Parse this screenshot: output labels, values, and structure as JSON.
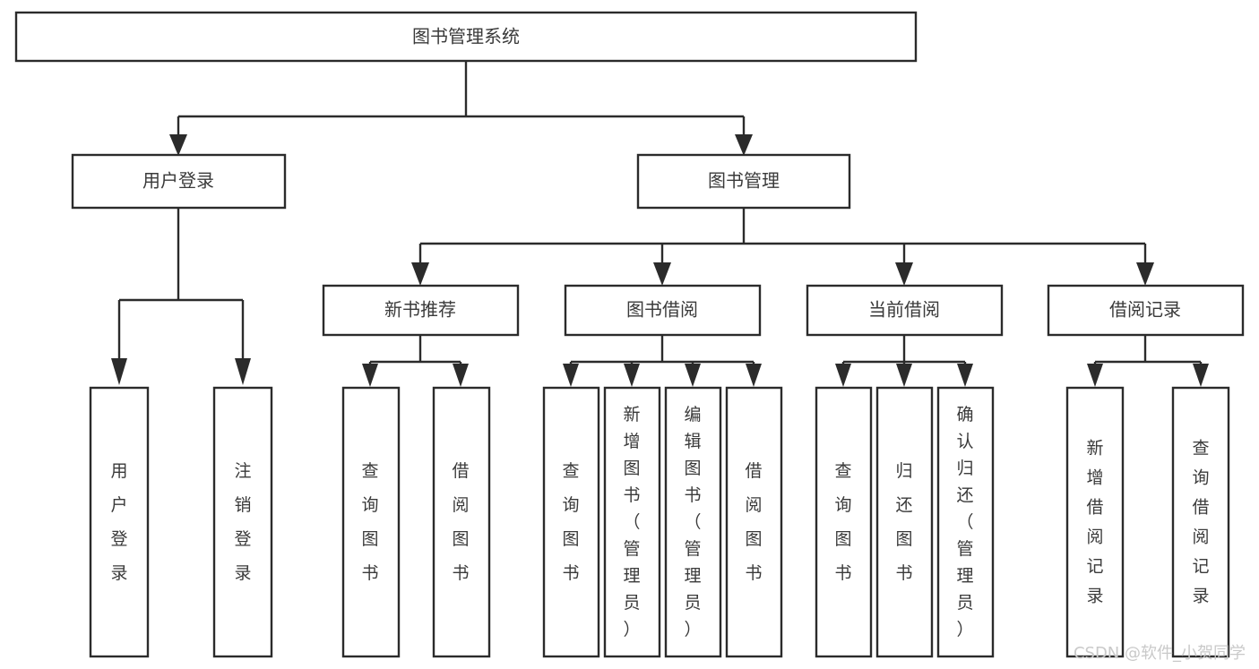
{
  "diagram": {
    "title": "图书管理系统",
    "type": "tree",
    "orientation": "top-down",
    "colors": {
      "box_stroke": "#2b2b2b",
      "box_fill": "#ffffff",
      "text": "#3a3a3a",
      "connector": "#2b2b2b",
      "watermark": "#c9c9c9",
      "background": "#ffffff"
    },
    "root": {
      "id": "root",
      "label": "图书管理系统"
    },
    "level2": [
      {
        "id": "user-login",
        "label": "用户登录"
      },
      {
        "id": "book-manage",
        "label": "图书管理"
      }
    ],
    "level3": [
      {
        "id": "new-book-rec",
        "label": "新书推荐",
        "parent": "book-manage"
      },
      {
        "id": "book-borrow",
        "label": "图书借阅",
        "parent": "book-manage"
      },
      {
        "id": "current-borrow",
        "label": "当前借阅",
        "parent": "book-manage"
      },
      {
        "id": "borrow-record",
        "label": "借阅记录",
        "parent": "book-manage"
      }
    ],
    "leaves": [
      {
        "id": "leaf-user-login",
        "label": "用户登录",
        "parent": "user-login"
      },
      {
        "id": "leaf-logout",
        "label": "注销登录",
        "parent": "user-login"
      },
      {
        "id": "leaf-query-book-1",
        "label": "查询图书",
        "parent": "new-book-rec"
      },
      {
        "id": "leaf-borrow-book-1",
        "label": "借阅图书",
        "parent": "new-book-rec"
      },
      {
        "id": "leaf-query-book-2",
        "label": "查询图书",
        "parent": "book-borrow"
      },
      {
        "id": "leaf-add-book",
        "label": "新增图书（管理员）",
        "parent": "book-borrow"
      },
      {
        "id": "leaf-edit-book",
        "label": "编辑图书（管理员）",
        "parent": "book-borrow"
      },
      {
        "id": "leaf-borrow-book-2",
        "label": "借阅图书",
        "parent": "book-borrow"
      },
      {
        "id": "leaf-query-book-3",
        "label": "查询图书",
        "parent": "current-borrow"
      },
      {
        "id": "leaf-return-book",
        "label": "归还图书",
        "parent": "current-borrow"
      },
      {
        "id": "leaf-confirm-return",
        "label": "确认归还（管理员）",
        "parent": "current-borrow"
      },
      {
        "id": "leaf-add-record",
        "label": "新增借阅记录",
        "parent": "borrow-record"
      },
      {
        "id": "leaf-query-record",
        "label": "查询借阅记录",
        "parent": "borrow-record"
      }
    ],
    "watermark": "CSDN @软件_小贺同学"
  }
}
